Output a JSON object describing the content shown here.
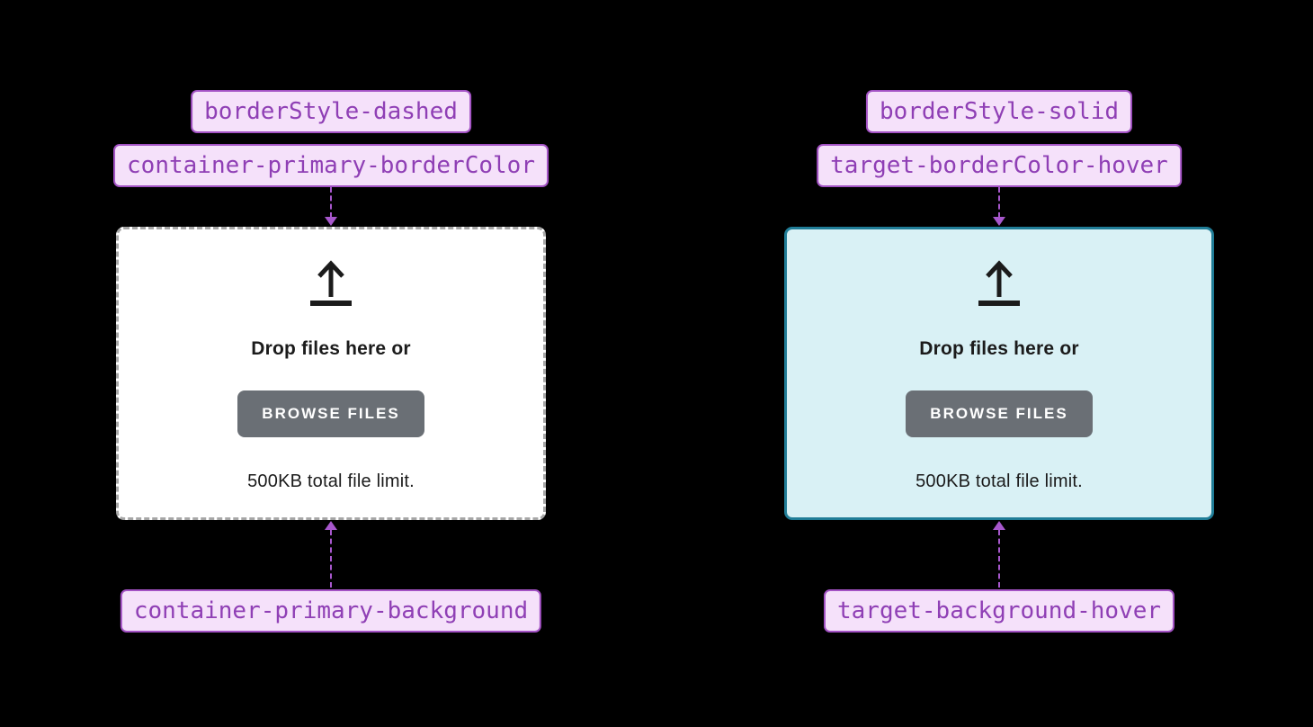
{
  "colors": {
    "canvas_bg": "#000000",
    "badge_bg": "#f5e1fa",
    "badge_border": "#a352c4",
    "badge_text": "#8f3fb5",
    "arrow": "#a757cc",
    "dz_default_bg": "#ffffff",
    "dz_default_border": "#a6a6a6",
    "dz_hover_bg": "#d9f1f5",
    "dz_hover_border": "#207d97",
    "button_bg": "#6a6f75",
    "button_text": "#ffffff",
    "body_text": "#1b1b1b"
  },
  "panels": [
    {
      "top_labels": [
        "borderStyle-dashed",
        "container-primary-borderColor"
      ],
      "bottom_label": "container-primary-background",
      "dropzone": {
        "drop_text": "Drop files here or",
        "button_label": "BROWSE FILES",
        "limit_text": "500KB total file limit."
      }
    },
    {
      "top_labels": [
        "borderStyle-solid",
        "target-borderColor-hover"
      ],
      "bottom_label": "target-background-hover",
      "dropzone": {
        "drop_text": "Drop files here or",
        "button_label": "BROWSE FILES",
        "limit_text": "500KB total file limit."
      }
    }
  ]
}
